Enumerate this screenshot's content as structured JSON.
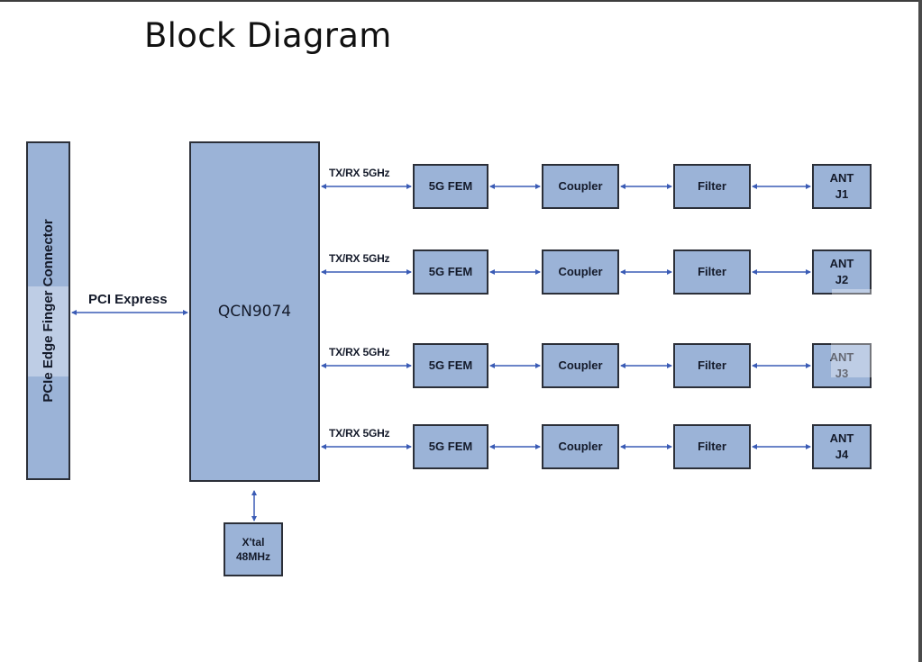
{
  "title": "Block Diagram",
  "colors": {
    "block_fill": "#9bb3d7",
    "block_border": "#2b2f38",
    "link": "#3a5bb5",
    "text": "#141a2a"
  },
  "blocks": {
    "pcie": {
      "label": "PCIe Edge Finger Connector"
    },
    "soc": {
      "label": "QCN9074"
    },
    "xtal": {
      "line1": "X'tal",
      "line2": "48MHz"
    }
  },
  "links": {
    "pcie_to_soc": "PCI Express",
    "soc_to_xtal": "",
    "chain_arrows": "bidirectional"
  },
  "chains": [
    {
      "link_label": "TX/RX 5GHz",
      "fem": "5G FEM",
      "coupler": "Coupler",
      "filter": "Filter",
      "ant_line1": "ANT",
      "ant_line2": "J1"
    },
    {
      "link_label": "TX/RX 5GHz",
      "fem": "5G FEM",
      "coupler": "Coupler",
      "filter": "Filter",
      "ant_line1": "ANT",
      "ant_line2": "J2"
    },
    {
      "link_label": "TX/RX 5GHz",
      "fem": "5G FEM",
      "coupler": "Coupler",
      "filter": "Filter",
      "ant_line1": "ANT",
      "ant_line2": "J3"
    },
    {
      "link_label": "TX/RX 5GHz",
      "fem": "5G FEM",
      "coupler": "Coupler",
      "filter": "Filter",
      "ant_line1": "ANT",
      "ant_line2": "J4"
    }
  ]
}
